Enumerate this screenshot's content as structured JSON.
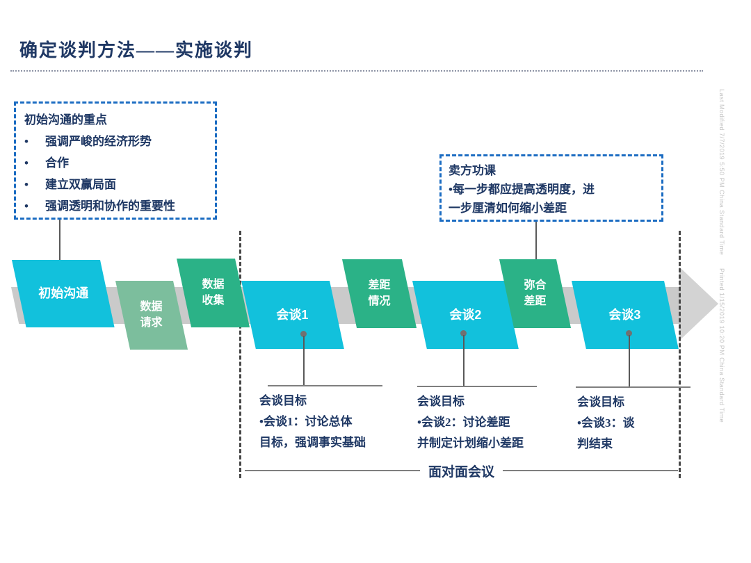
{
  "title": "确定谈判方法——实施谈判",
  "callout_initial": {
    "title": "初始沟通的重点",
    "bullet_char": "•",
    "bullets": [
      "强调严峻的经济形势",
      "合作",
      "建立双赢局面",
      "强调透明和协作的重要性"
    ]
  },
  "callout_seller": {
    "title": "卖方功课",
    "lines": [
      "•每一步都应提高透明度，进",
      "一步厘清如何缩小差距"
    ]
  },
  "flow": {
    "steps": [
      {
        "id": "initial-communication",
        "color": "cyan",
        "lines": [
          "初始沟通"
        ]
      },
      {
        "id": "data-request",
        "color": "green-light",
        "lines": [
          "数据",
          "请求"
        ]
      },
      {
        "id": "data-collection",
        "color": "green",
        "lines": [
          "数据",
          "收集"
        ]
      },
      {
        "id": "meeting-1",
        "color": "cyan",
        "lines": [
          "会谈1"
        ]
      },
      {
        "id": "gap-status",
        "color": "green",
        "lines": [
          "差距",
          "情况"
        ]
      },
      {
        "id": "meeting-2",
        "color": "cyan",
        "lines": [
          "会谈2"
        ]
      },
      {
        "id": "bridge-gap",
        "color": "green",
        "lines": [
          "弥合",
          "差距"
        ]
      },
      {
        "id": "meeting-3",
        "color": "cyan",
        "lines": [
          "会谈3"
        ]
      }
    ]
  },
  "goals": [
    {
      "title": "会谈目标",
      "lines": [
        "•会谈1：讨论总体",
        "目标，强调事实基础"
      ]
    },
    {
      "title": "会谈目标",
      "lines": [
        "•会谈2：讨论差距",
        "并制定计划缩小差距"
      ]
    },
    {
      "title": "会谈目标",
      "lines": [
        "•会谈3：谈",
        "判结束"
      ]
    }
  ],
  "bottom_label": "面对面会议",
  "margin_notes": {
    "last_modified": "Last Modified 7/7/2019 5:50 PM China Standard Time",
    "printed": "Printed 1/15/2019 10:20 PM China Standard Time"
  },
  "colors": {
    "title_text": "#1F3864",
    "callout_border": "#1B6CC2",
    "cyan": "#12C1DC",
    "green": "#2BB287",
    "green_light": "#7CBE9D",
    "band_gray": "#CACACA",
    "arrow_gray": "#D3D3D3",
    "connector_gray": "#595959"
  }
}
